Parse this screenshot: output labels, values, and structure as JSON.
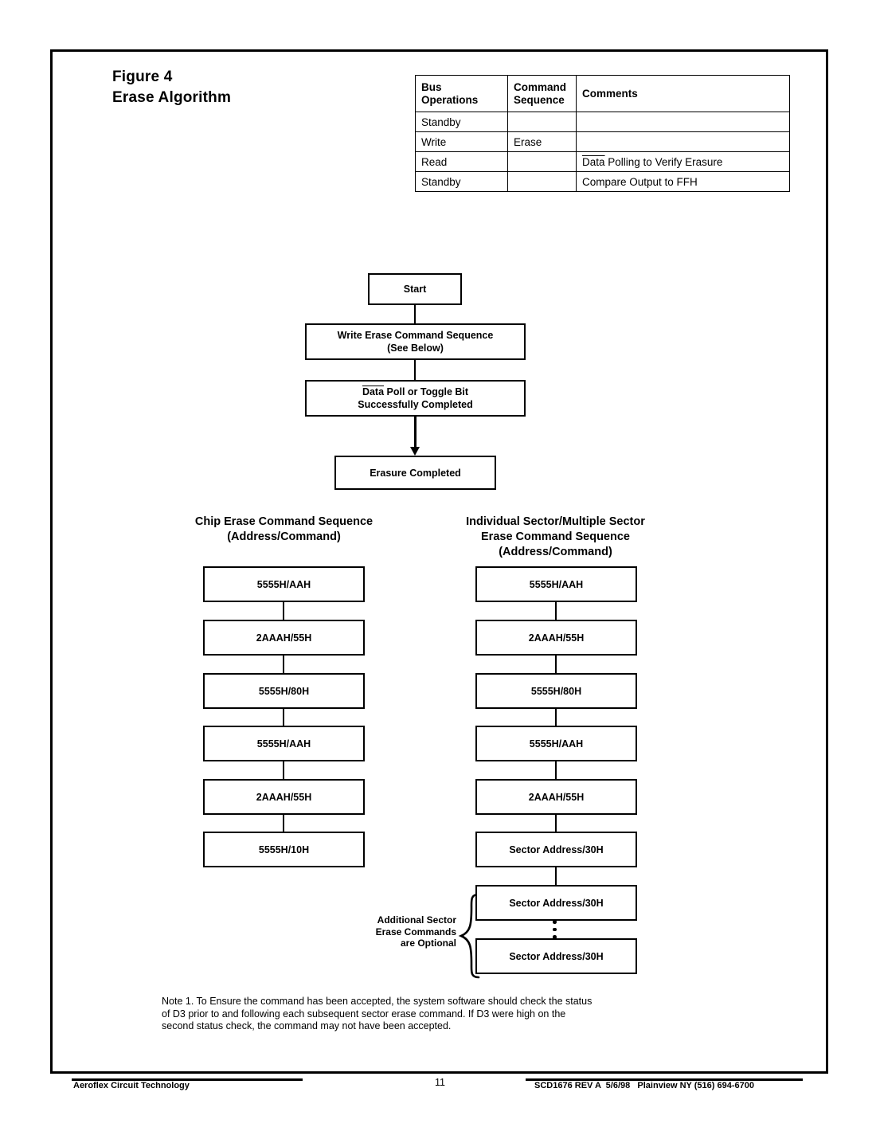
{
  "figure": {
    "number": "Figure 4",
    "name": "Erase Algorithm"
  },
  "bus_table": {
    "headers": [
      "Bus Operations",
      "Command Sequence",
      "Comments"
    ],
    "header_lines": {
      "ops_line1": "Bus",
      "ops_line2": "Operations",
      "seq_line1": "Command",
      "seq_line2": "Sequence",
      "comments": "Comments"
    },
    "rows": [
      {
        "operation": "Standby",
        "sequence": "",
        "comment": "",
        "comment_overline": ""
      },
      {
        "operation": "Write",
        "sequence": "Erase",
        "comment": "",
        "comment_overline": ""
      },
      {
        "operation": "Read",
        "sequence": "",
        "comment_overline": "Data",
        "comment": " Polling to Verify Erasure"
      },
      {
        "operation": "Standby",
        "sequence": "",
        "comment": "Compare Output to FFH",
        "comment_overline": ""
      }
    ]
  },
  "flow": {
    "start": "Start",
    "write_sequence_line1": "Write Erase Command Sequence",
    "write_sequence_line2": "(See Below)",
    "poll_overline": "Data",
    "poll_line1_rest": " Poll or Toggle Bit",
    "poll_line2": "Successfully Completed",
    "erasure_completed": "Erasure Completed"
  },
  "chip_erase": {
    "heading_line1": "Chip Erase Command Sequence",
    "heading_line2": "(Address/Command)",
    "steps": [
      "5555H/AAH",
      "2AAAH/55H",
      "5555H/80H",
      "5555H/AAH",
      "2AAAH/55H",
      "5555H/10H"
    ]
  },
  "sector_erase": {
    "heading_line1": "Individual Sector/Multiple Sector",
    "heading_line2": "Erase Command Sequence",
    "heading_line3": "(Address/Command)",
    "steps": [
      "5555H/AAH",
      "2AAAH/55H",
      "5555H/80H",
      "5555H/AAH",
      "2AAAH/55H",
      "Sector Address/30H",
      "Sector Address/30H",
      "Sector Address/30H"
    ],
    "optional_label_line1": "Additional Sector",
    "optional_label_line2": "Erase Commands",
    "optional_label_line3": "are Optional"
  },
  "note": {
    "text": "Note 1. To Ensure the command has been accepted, the system software should check the status of D3 prior to and following each subsequent sector erase command. If D3 were high on the second status check, the command may not have been accepted."
  },
  "footer": {
    "company": "Aeroflex Circuit Technology",
    "page_number": "11",
    "document_info": "SCD1676 REV A  5/6/98   Plainview NY (516) 694-6700"
  },
  "colors": {
    "ink": "#000000",
    "paper": "#ffffff"
  }
}
